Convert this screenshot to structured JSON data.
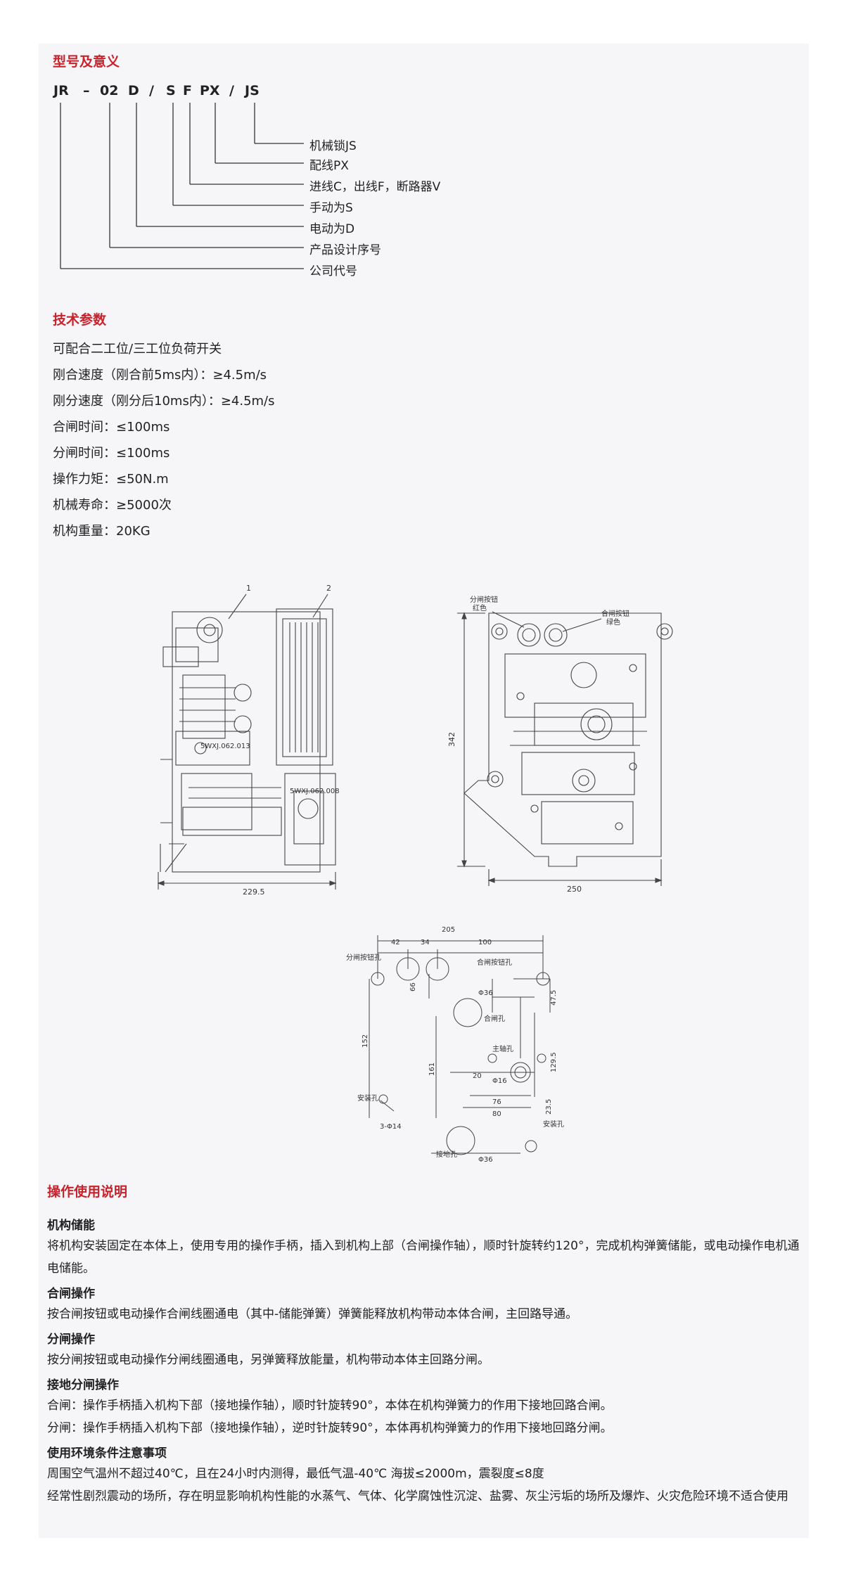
{
  "model_section": {
    "title": "型号及意义",
    "code_parts": [
      "JR",
      "–",
      "02",
      "D",
      "/",
      "S",
      "F",
      "PX",
      "/",
      "JS"
    ],
    "meanings": [
      "机械锁JS",
      "配线PX",
      "进线C，出线F，断路器V",
      "手动为S",
      "电动为D",
      "产品设计序号",
      "公司代号"
    ]
  },
  "tech_section": {
    "title": "技术参数",
    "params": [
      "可配合二工位/三工位负荷开关",
      "刚合速度（刚合前5ms内）：≥4.5m/s",
      "刚分速度（刚分后10ms内）：≥4.5m/s",
      "合闸时间：≤100ms",
      "分闸时间：≤100ms",
      "操作力矩：≤50N.m",
      "机械寿命：≥5000次",
      "机构重量：20KG"
    ]
  },
  "drawing": {
    "side_view": {
      "callouts": [
        "1",
        "2"
      ],
      "part_labels": [
        "5WXJ.062.013",
        "5WXJ.062.008"
      ],
      "dim_width": "229.5"
    },
    "front_view": {
      "labels": [
        "分闸按钮",
        "红色",
        "合闸按钮",
        "绿色"
      ],
      "dim_height": "342",
      "dim_width": "250"
    },
    "panel_layout": {
      "dims": [
        "205",
        "42",
        "34",
        "100",
        "66",
        "47.5",
        "152",
        "161",
        "129.5",
        "20",
        "76",
        "80",
        "23.5"
      ],
      "labels": [
        "分闸按钮孔",
        "合闸按钮孔",
        "合闸孔",
        "主轴孔",
        "安装孔",
        "安装孔",
        "接地孔"
      ],
      "diameters": [
        "Φ36",
        "Φ16",
        "Φ36",
        "3-Φ14"
      ]
    }
  },
  "operation_section": {
    "title": "操作使用说明",
    "blocks": [
      {
        "heading": "机构储能",
        "lines": [
          "将机构安装固定在本体上，使用专用的操作手柄，插入到机构上部（合闸操作轴），顺时针旋转约120°，完成机构弹簧储能，或电动操作电机通电储能。"
        ]
      },
      {
        "heading": "合闸操作",
        "lines": [
          "按合闸按钮或电动操作合闸线圈通电（其中-储能弹簧）弹簧能释放机构带动本体合闸，主回路导通。"
        ]
      },
      {
        "heading": "分闸操作",
        "lines": [
          "按分闸按钮或电动操作分闸线圈通电，另弹簧释放能量，机构带动本体主回路分闸。"
        ]
      },
      {
        "heading": "接地分闸操作",
        "lines": [
          "合闸：操作手柄插入机构下部（接地操作轴），顺时针旋转90°，本体在机构弹簧力的作用下接地回路合闸。",
          "分闸：操作手柄插入机构下部（接地操作轴），逆时针旋转90°，本体再机构弹簧力的作用下接地回路分闸。"
        ]
      },
      {
        "heading": "使用环境条件注意事项",
        "lines": [
          "周围空气温州不超过40℃，且在24小时内测得，最低气温-40℃  海拔≤2000m，震裂度≤8度",
          "经常性剧烈震动的场所，存在明显影响机构性能的水蒸气、气体、化学腐蚀性沉淀、盐雾、灰尘污垢的场所及爆炸、火灾危险环境不适合使用"
        ]
      }
    ]
  },
  "colors": {
    "accent": "#c8232c",
    "sheet": "#f6f6f9",
    "text": "#222222",
    "line": "#333333"
  }
}
